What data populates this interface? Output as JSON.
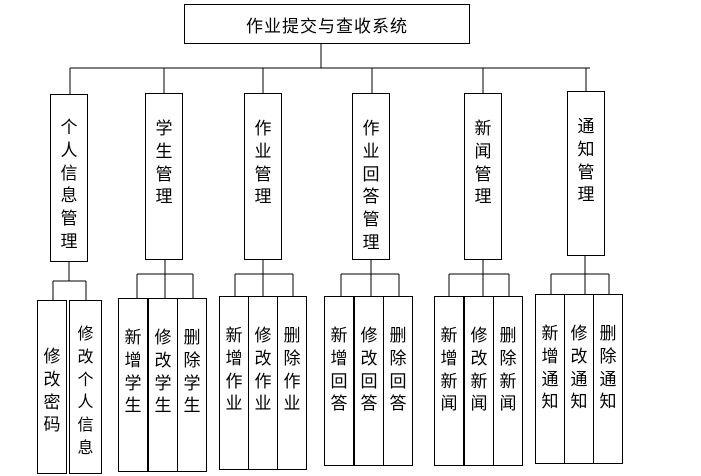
{
  "root": {
    "label": "作业提交与查收系统"
  },
  "modules": [
    {
      "label": "个人信息管理",
      "children": [
        "修改密码",
        "修改个人信息"
      ]
    },
    {
      "label": "学生管理",
      "children": [
        "新增学生",
        "修改学生",
        "删除学生"
      ]
    },
    {
      "label": "作业管理",
      "children": [
        "新增作业",
        "修改作业",
        "删除作业"
      ]
    },
    {
      "label": "作业回答管理",
      "children": [
        "新增回答",
        "修改回答",
        "删除回答"
      ]
    },
    {
      "label": "新闻管理",
      "children": [
        "新增新闻",
        "修改新闻",
        "删除新闻"
      ]
    },
    {
      "label": "通知管理",
      "children": [
        "新增通知",
        "修改通知",
        "删除通知"
      ]
    }
  ]
}
